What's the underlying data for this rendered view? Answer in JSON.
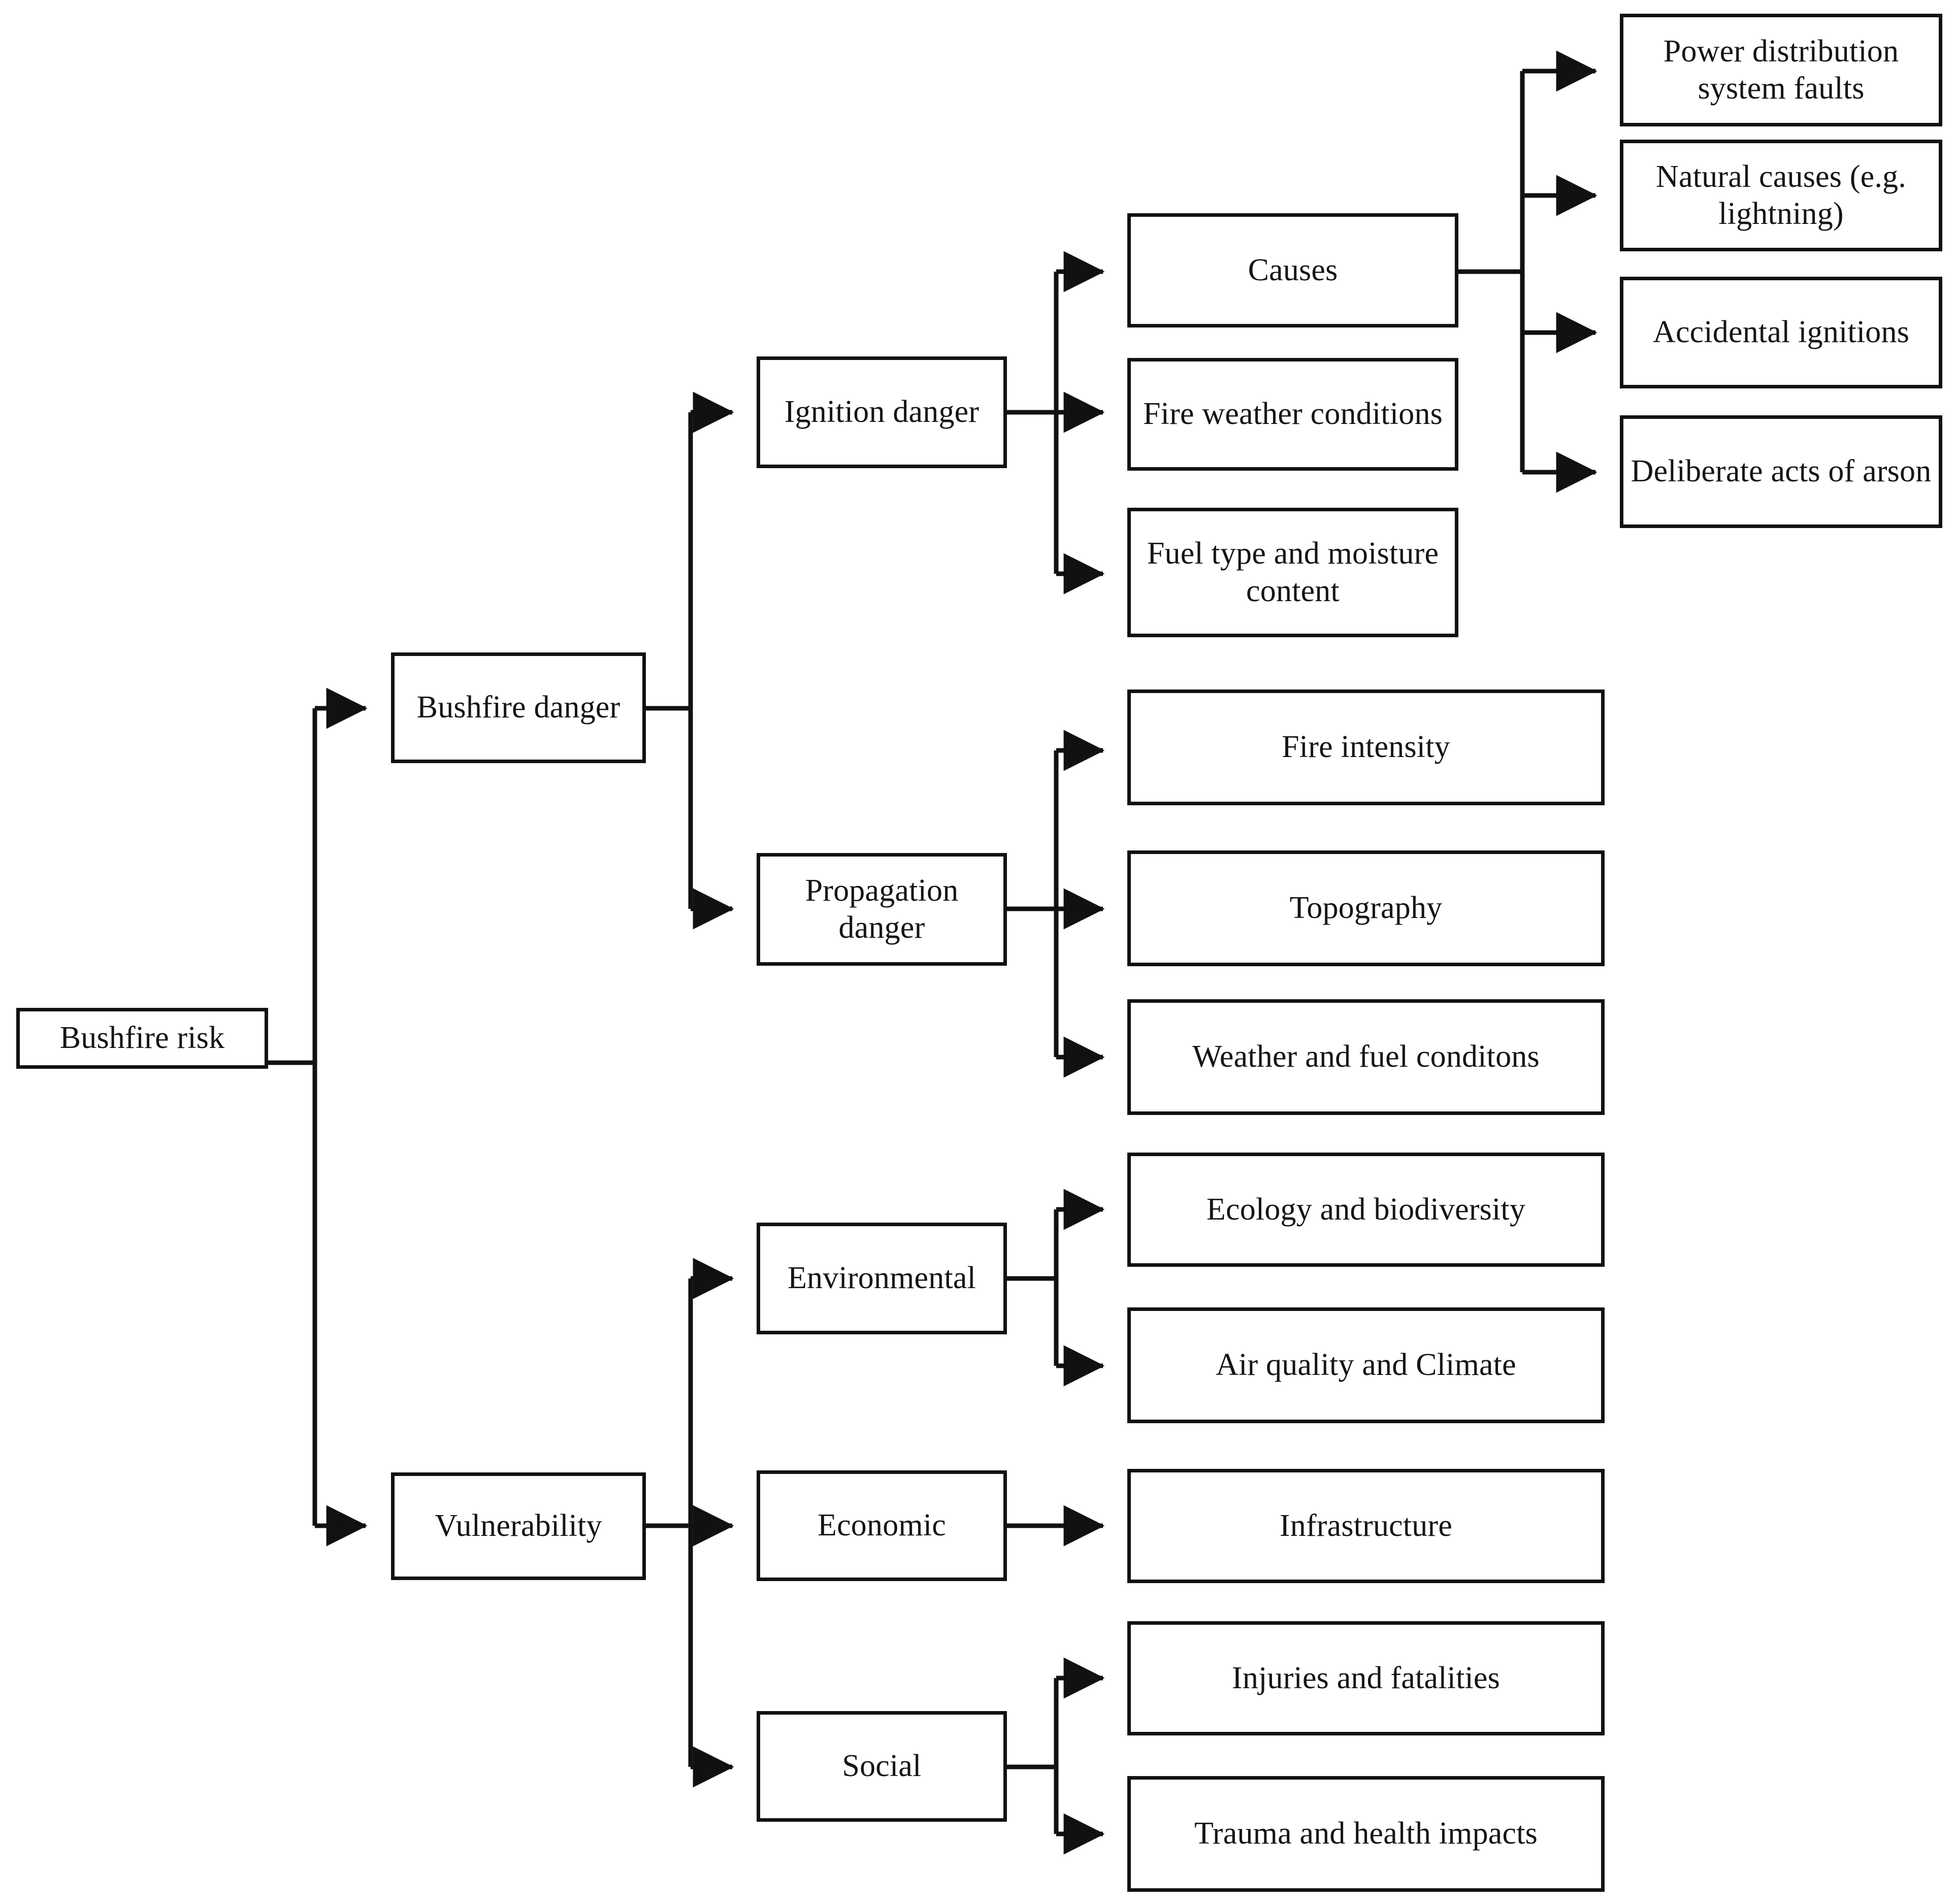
{
  "diagram": {
    "type": "hierarchy-tree",
    "orientation": "left-to-right",
    "root": "Bushfire risk",
    "style": {
      "box_border_color": "#111111",
      "box_fill_color": "#ffffff",
      "connector_color": "#111111",
      "background_color": "#ffffff"
    }
  },
  "nodes": {
    "root": {
      "label": "Bushfire risk"
    },
    "level1": [
      {
        "label": "Bushfire danger"
      },
      {
        "label": "Vulnerability"
      }
    ],
    "level2": [
      {
        "label": "Ignition danger"
      },
      {
        "label": "Propagation danger"
      },
      {
        "label": "Environmental"
      },
      {
        "label": "Economic"
      },
      {
        "label": "Social"
      }
    ],
    "level3": [
      {
        "label": "Causes"
      },
      {
        "label": "Fire weather conditions"
      },
      {
        "label": "Fuel type and moisture content"
      },
      {
        "label": "Fire intensity"
      },
      {
        "label": "Topography"
      },
      {
        "label": "Weather and fuel conditons"
      },
      {
        "label": "Ecology and biodiversity"
      },
      {
        "label": "Air quality and Climate"
      },
      {
        "label": "Infrastructure"
      },
      {
        "label": "Injuries and fatalities"
      },
      {
        "label": "Trauma and health impacts"
      }
    ],
    "level4": [
      {
        "label": "Power distribution system faults"
      },
      {
        "label": "Natural causes (e.g. lightning)"
      },
      {
        "label": "Accidental ignitions"
      },
      {
        "label": "Deliberate acts of arson"
      }
    ]
  },
  "edges": [
    {
      "from": "Bushfire risk",
      "to": "Bushfire danger"
    },
    {
      "from": "Bushfire risk",
      "to": "Vulnerability"
    },
    {
      "from": "Bushfire danger",
      "to": "Ignition danger"
    },
    {
      "from": "Bushfire danger",
      "to": "Propagation danger"
    },
    {
      "from": "Ignition danger",
      "to": "Causes"
    },
    {
      "from": "Ignition danger",
      "to": "Fire weather conditions"
    },
    {
      "from": "Ignition danger",
      "to": "Fuel type and moisture content"
    },
    {
      "from": "Causes",
      "to": "Power distribution system faults"
    },
    {
      "from": "Causes",
      "to": "Natural causes (e.g. lightning)"
    },
    {
      "from": "Causes",
      "to": "Accidental ignitions"
    },
    {
      "from": "Causes",
      "to": "Deliberate acts of arson"
    },
    {
      "from": "Propagation danger",
      "to": "Fire intensity"
    },
    {
      "from": "Propagation danger",
      "to": "Topography"
    },
    {
      "from": "Propagation danger",
      "to": "Weather and fuel conditons"
    },
    {
      "from": "Vulnerability",
      "to": "Environmental"
    },
    {
      "from": "Vulnerability",
      "to": "Economic"
    },
    {
      "from": "Vulnerability",
      "to": "Social"
    },
    {
      "from": "Environmental",
      "to": "Ecology and biodiversity"
    },
    {
      "from": "Environmental",
      "to": "Air quality and Climate"
    },
    {
      "from": "Economic",
      "to": "Infrastructure"
    },
    {
      "from": "Social",
      "to": "Injuries and fatalities"
    },
    {
      "from": "Social",
      "to": "Trauma and health impacts"
    }
  ]
}
